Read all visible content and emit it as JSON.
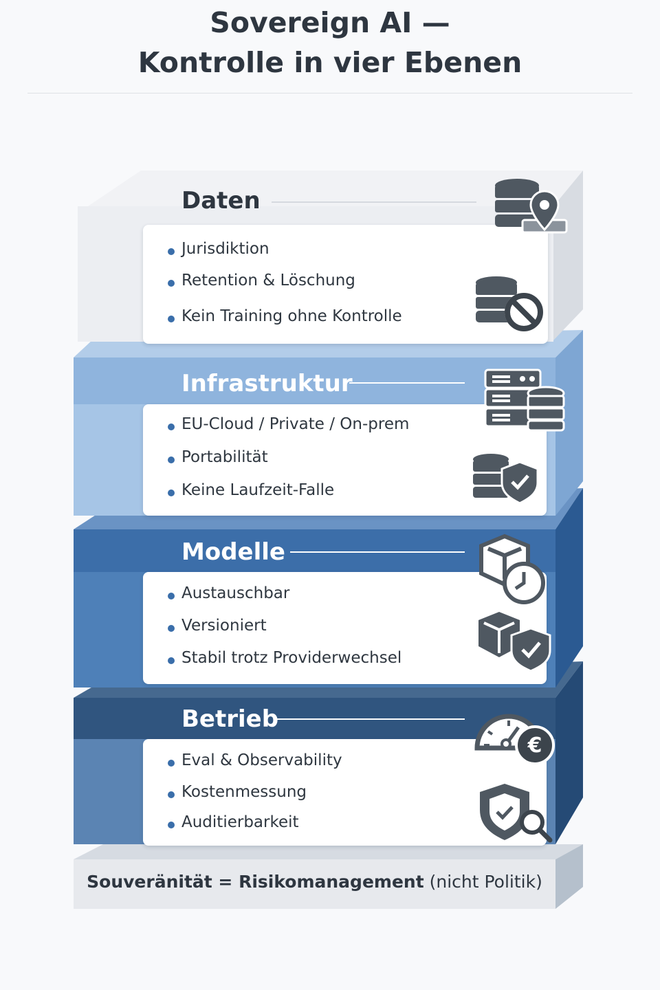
{
  "title_line1": "Sovereign AI —",
  "title_line2": "Kontrolle in vier Ebenen",
  "layers": [
    {
      "title": "Daten",
      "items": [
        "Jurisdiktion",
        "Retention & Löschung",
        "Kein Training ohne Kontrolle"
      ],
      "icons": [
        "database-location-icon",
        "database-blocked-icon"
      ]
    },
    {
      "title": "Infrastruktur",
      "items": [
        "EU-Cloud / Private / On-prem",
        "Portabilität",
        "Keine Laufzeit-Falle"
      ],
      "icons": [
        "server-database-icon",
        "database-shield-icon"
      ]
    },
    {
      "title": "Modelle",
      "items": [
        "Austauschbar",
        "Versioniert",
        "Stabil trotz Providerwechsel"
      ],
      "icons": [
        "model-version-clock-icon",
        "model-shield-icon"
      ]
    },
    {
      "title": "Betrieb",
      "items": [
        "Eval & Observability",
        "Kostenmessung",
        "Auditierbarkeit"
      ],
      "icons": [
        "gauge-euro-icon",
        "shield-search-icon"
      ]
    }
  ],
  "footer": {
    "bold": "Souveränität = Risikomanagement",
    "normal": "(nicht Politik)"
  },
  "colors": {
    "accent": "#3a6eaa",
    "icon": "#4a535d",
    "layer_infra": "#8fb3dc",
    "layer_models": "#3f72ad",
    "layer_ops": "#2f5583"
  }
}
